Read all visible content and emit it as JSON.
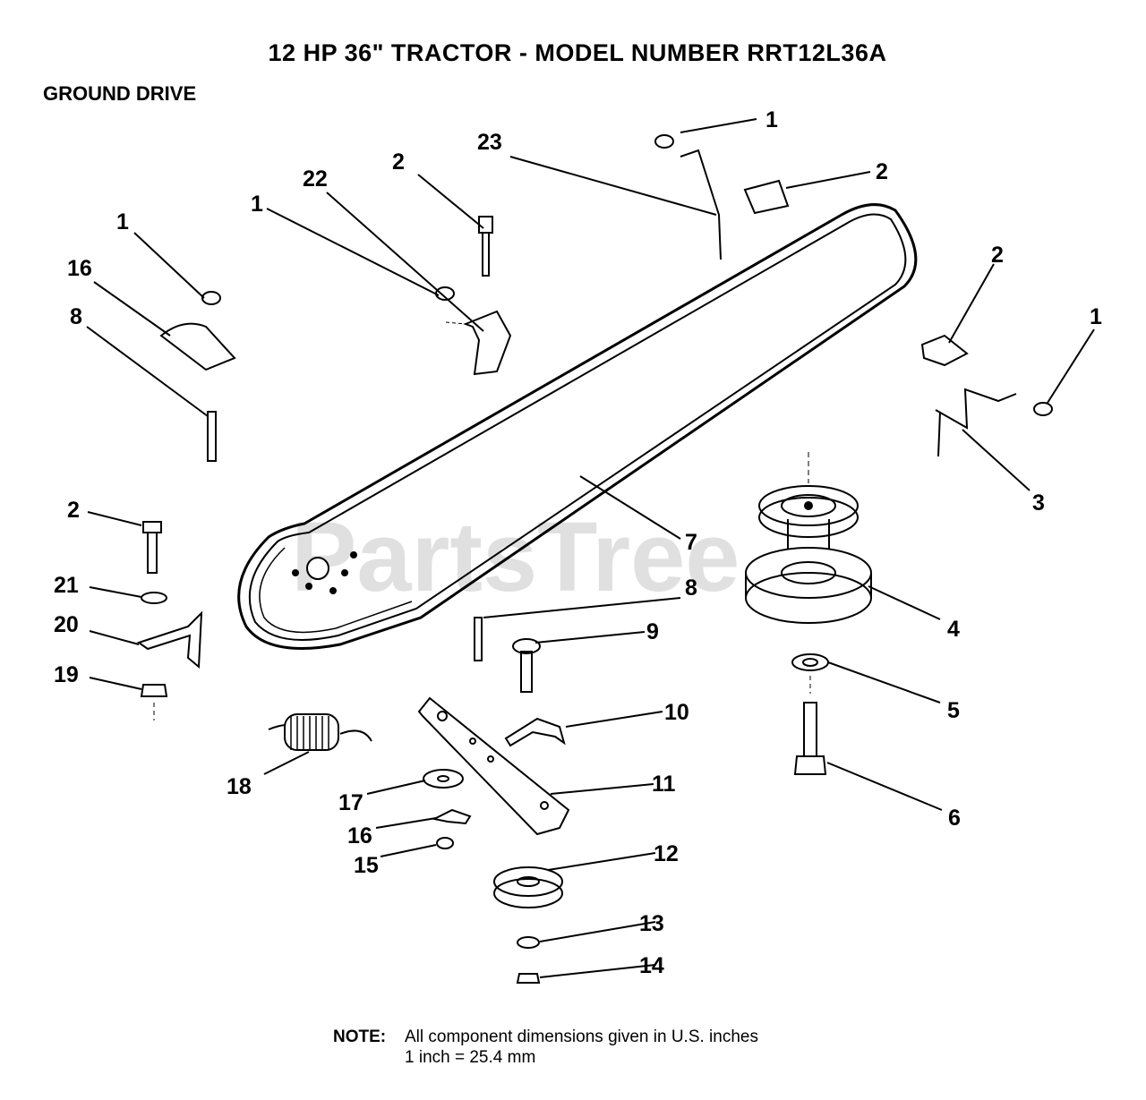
{
  "header": {
    "title": "12 HP 36\" TRACTOR  - MODEL NUMBER RRT12L36A",
    "section": "GROUND DRIVE"
  },
  "watermark": "PartsTree",
  "note": {
    "label": "NOTE:",
    "line1": "All component dimensions given in U.S. inches",
    "line2": "1 inch = 25.4 mm"
  },
  "callouts": [
    "1",
    "2",
    "23",
    "2",
    "22",
    "1",
    "1",
    "16",
    "8",
    "2",
    "1",
    "3",
    "7",
    "2",
    "21",
    "20",
    "19",
    "8",
    "9",
    "4",
    "5",
    "10",
    "18",
    "11",
    "17",
    "16",
    "15",
    "6",
    "12",
    "13",
    "14"
  ]
}
